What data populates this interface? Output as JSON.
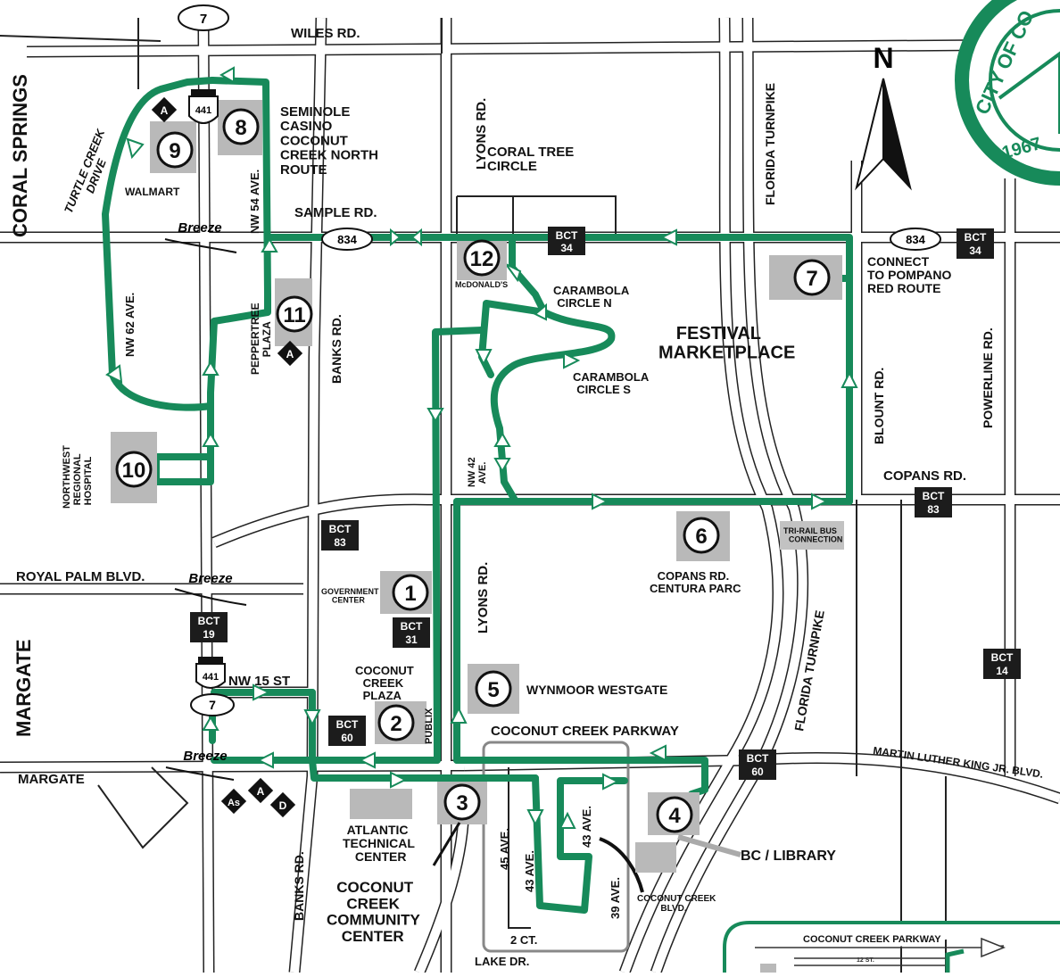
{
  "roads": {
    "wiles": "WILES RD.",
    "sample": "SAMPLE RD.",
    "copans": "COPANS RD.",
    "royal_palm": "ROYAL PALM BLVD.",
    "nw15": "NW 15 ST",
    "margate_rd": "MARGATE",
    "coconut_creek_pkwy": "COCONUT CREEK PARKWAY",
    "mlk": "MARTIN LUTHER KING JR. BLVD.",
    "lyons_n": "LYONS RD.",
    "lyons_s": "LYONS RD.",
    "banks_n": "BANKS RD.",
    "banks_s": "BANKS RD.",
    "turnpike_n": "FLORIDA TURNPIKE",
    "turnpike_s": "FLORIDA TURNPIKE",
    "blount": "BLOUNT RD.",
    "powerline": "POWERLINE RD.",
    "turtle_creek": "TURTLE CREEK DRIVE",
    "nw62": "NW 62 AVE.",
    "nw54": "NW 54 AVE.",
    "nw42": "NW 42 AVE.",
    "ave45": "45 AVE.",
    "ave43a": "43 AVE.",
    "ave43b": "43 AVE.",
    "ave39": "39 AVE.",
    "ct2": "2 CT.",
    "lake_dr": "LAKE DR.",
    "coconut_creek_blvd": "COCONUT CREEK BLVD.",
    "coral_tree": "CORAL TREE CIRCLE",
    "carambola_n": "CARAMBOLA CIRCLE N",
    "carambola_s": "CARAMBOLA CIRCLE S",
    "publix": "PUBLIX",
    "inset_parkway": "COCONUT CREEK PARKWAY",
    "inset_12st": "12 ST."
  },
  "cities": {
    "coral_springs": "CORAL SPRINGS",
    "margate": "MARGATE"
  },
  "places": {
    "walmart": "WALMART",
    "festival": "FESTIVAL MARKETPLACE",
    "hospital": "NORTHWEST REGIONAL HOSPITAL",
    "peppertree": "PEPPERTREE PLAZA",
    "seminole": "SEMINOLE CASINO COCONUT CREEK NORTH ROUTE",
    "connect": "CONNECT TO POMPANO RED ROUTE",
    "government": "GOVERNMENT CENTER",
    "mcdonalds": "McDONALD'S",
    "plaza": "COCONUT CREEK PLAZA",
    "wynmoor": "WYNMOOR WESTGATE",
    "copans_centura": "COPANS RD. CENTURA PARC",
    "tri_rail": "TRI-RAIL BUS CONNECTION",
    "atlantic": "ATLANTIC TECHNICAL CENTER",
    "community": "COCONUT CREEK COMMUNITY CENTER",
    "library": "BC / LIBRARY"
  },
  "stops": [
    "1",
    "2",
    "3",
    "4",
    "5",
    "6",
    "7",
    "8",
    "9",
    "10",
    "11",
    "12"
  ],
  "bct": {
    "b34a": [
      "BCT",
      "34"
    ],
    "b34b": [
      "BCT",
      "34"
    ],
    "b83a": [
      "BCT",
      "83"
    ],
    "b83b": [
      "BCT",
      "83"
    ],
    "b31": [
      "BCT",
      "31"
    ],
    "b19": [
      "BCT",
      "19"
    ],
    "b60a": [
      "BCT",
      "60"
    ],
    "b60b": [
      "BCT",
      "60"
    ],
    "b14": [
      "BCT",
      "14"
    ]
  },
  "shields": {
    "s7a": "7",
    "s7b": "7",
    "s441a": "441",
    "s441b": "441",
    "s834a": "834",
    "s834b": "834"
  },
  "markers": {
    "a1": "A",
    "a2": "A",
    "a3": "A",
    "as": "As",
    "d": "D"
  },
  "breeze": [
    "Breeze",
    "Breeze",
    "Breeze"
  ],
  "north": "N",
  "seal": {
    "text": "CITY OF CO",
    "year": "1967"
  },
  "colors": {
    "route": "#178a5a",
    "stop_box": "#b9b9b9",
    "bct": "#1c1c1c"
  }
}
